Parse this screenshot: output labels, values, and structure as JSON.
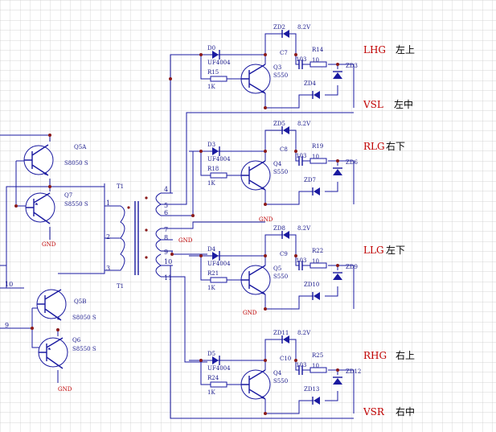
{
  "colors": {
    "background": "#ffffff",
    "grid": "#c8c8c8",
    "wire": "#1a1aa0",
    "net_label": "#c00000",
    "junction": "#8b1a1a"
  },
  "nets": {
    "lhg": "LHG",
    "lhg_cn": "左上",
    "vsl": "VSL",
    "vsl_cn": "左中",
    "rlg": "RLG",
    "rlg_cn": "右下",
    "llg": "LLG",
    "llg_cn": "左下",
    "rhg": "RHG",
    "rhg_cn": "右上",
    "vsr": "VSR",
    "vsr_cn": "右中"
  },
  "ground_label": "GND",
  "transformer": {
    "ref_top": "T1",
    "ref_bottom": "T1",
    "primary_pins": [
      "1",
      "2",
      "3"
    ],
    "secondary_pins": [
      "4",
      "5",
      "6",
      "7",
      "8",
      "9",
      "10",
      "11"
    ]
  },
  "left_stage": {
    "q5a": "Q5A",
    "q5a_part": "S8050 S",
    "q7": "Q7",
    "q7_part": "S8550 S",
    "q5b": "Q5B",
    "q5b_part": "S8050 S",
    "q6": "Q6",
    "q6_part": "S8550 S",
    "node_10": "10",
    "node_9": "9"
  },
  "channels": [
    {
      "diode": "D0",
      "diode_part": "UF4004",
      "res_base": "R15",
      "res_base_val": "1K",
      "transistor": "Q3",
      "transistor_part": "S550",
      "zener_top": "ZD2",
      "zener_top_val": "8.2V",
      "cap": "C7",
      "cap_val": "103",
      "res_gate": "R14",
      "res_gate_val": "10",
      "zener_a": "ZD3",
      "zener_b": "ZD4"
    },
    {
      "diode": "D3",
      "diode_part": "UF4004",
      "res_base": "R18",
      "res_base_val": "1K",
      "transistor": "Q4",
      "transistor_part": "S550",
      "zener_top": "ZD5",
      "zener_top_val": "8.2V",
      "cap": "C8",
      "cap_val": "103",
      "res_gate": "R19",
      "res_gate_val": "10",
      "zener_a": "ZD6",
      "zener_b": "ZD7"
    },
    {
      "diode": "D4",
      "diode_part": "UF4004",
      "res_base": "R21",
      "res_base_val": "1K",
      "transistor": "Q5",
      "transistor_part": "S550",
      "zener_top": "ZD8",
      "zener_top_val": "8.2V",
      "cap": "C9",
      "cap_val": "103",
      "res_gate": "R22",
      "res_gate_val": "10",
      "zener_a": "ZD9",
      "zener_b": "ZD10"
    },
    {
      "diode": "D5",
      "diode_part": "UF4004",
      "res_base": "R24",
      "res_base_val": "1K",
      "transistor": "Q4",
      "transistor_part": "S550",
      "zener_top": "ZD11",
      "zener_top_val": "8.2V",
      "cap": "C10",
      "cap_val": "103",
      "res_gate": "R25",
      "res_gate_val": "10",
      "zener_a": "ZD12",
      "zener_b": "ZD13"
    }
  ]
}
